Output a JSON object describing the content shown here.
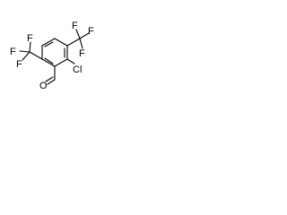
{
  "molecule": {
    "atoms": {
      "cf3_top": [
        "F",
        "F",
        "F"
      ],
      "cf3_left": [
        "F",
        "F",
        "F"
      ],
      "chlorine": "Cl",
      "aldehyde_oxygen": "O"
    },
    "colors": {
      "bond": "#000000",
      "label": "#000000",
      "background": "#ffffff"
    }
  }
}
